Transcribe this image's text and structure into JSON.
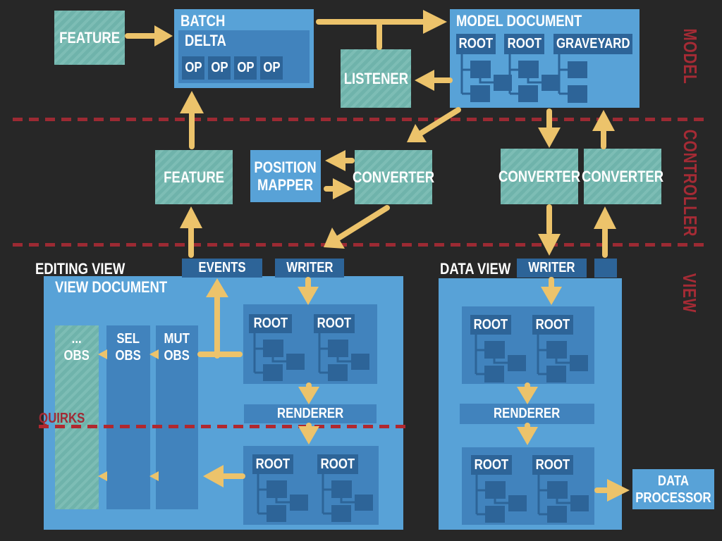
{
  "zone_labels": {
    "model": "MODEL",
    "controller": "CONTROLLER",
    "view": "VIEW"
  },
  "model_zone": {
    "feature": "FEATURE",
    "batch": "BATCH",
    "delta": "DELTA",
    "ops": [
      "OP",
      "OP",
      "OP",
      "OP"
    ],
    "listener": "LISTENER",
    "model_document": "MODEL DOCUMENT",
    "root_1": "ROOT",
    "root_2": "ROOT",
    "graveyard": "GRAVEYARD"
  },
  "controller_zone": {
    "feature": "FEATURE",
    "position_mapper_line1": "POSITION",
    "position_mapper_line2": "MAPPER",
    "converter_center": "CONVERTER",
    "converter_down": "CONVERTER",
    "converter_up": "CONVERTER"
  },
  "editing_view": {
    "title": "EDITING VIEW",
    "document_label": "VIEW DOCUMENT",
    "events": "EVENTS",
    "writer": "WRITER",
    "observer_1_line1": "...",
    "observer_1_line2": "OBS",
    "observer_2_line1": "SEL",
    "observer_2_line2": "OBS",
    "observer_3_line1": "MUT",
    "observer_3_line2": "OBS",
    "top_root_1": "ROOT",
    "top_root_2": "ROOT",
    "renderer": "RENDERER",
    "quirks": "QUIRKS",
    "bottom_root_1": "ROOT",
    "bottom_root_2": "ROOT"
  },
  "data_view": {
    "title": "DATA VIEW",
    "writer": "WRITER",
    "top_root_1": "ROOT",
    "top_root_2": "ROOT",
    "renderer": "RENDERER",
    "bottom_root_1": "ROOT",
    "bottom_root_2": "ROOT",
    "data_processor_line1": "DATA",
    "data_processor_line2": "PROCESSOR"
  },
  "colors": {
    "background": "#272727",
    "box_light_blue": "#58a2d7",
    "box_medium_blue": "#4183bd",
    "box_dark_blue": "#2d6498",
    "teal_hatched": "#6fb3ab",
    "arrow_yellow": "#ecc36b",
    "divider_red": "#9c2a33",
    "zone_label_red": "#a52b35"
  }
}
